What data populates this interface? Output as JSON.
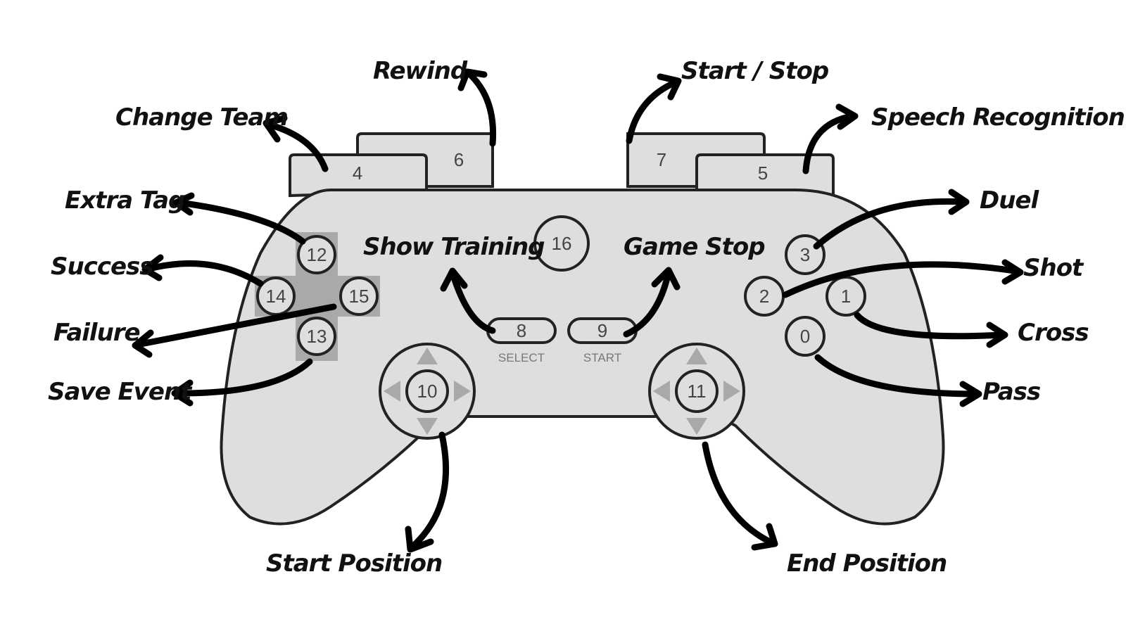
{
  "controller": {
    "buttons": {
      "b0": "0",
      "b1": "1",
      "b2": "2",
      "b3": "3",
      "b4": "4",
      "b5": "5",
      "b6": "6",
      "b7": "7",
      "b8": "8",
      "b9": "9",
      "b10": "10",
      "b11": "11",
      "b12": "12",
      "b13": "13",
      "b14": "14",
      "b15": "15",
      "b16": "16"
    },
    "select_caption": "SELECT",
    "start_caption": "START"
  },
  "labels": {
    "rewind": "Rewind",
    "start_stop": "Start / Stop",
    "change_team": "Change Team",
    "speech_recognition": "Speech Recognition",
    "extra_tag": "Extra Tag",
    "duel": "Duel",
    "success": "Success",
    "shot": "Shot",
    "failure": "Failure",
    "cross": "Cross",
    "save_event": "Save Event",
    "pass": "Pass",
    "show_training": "Show Training",
    "game_stop": "Game Stop",
    "start_position": "Start Position",
    "end_position": "End Position"
  },
  "colors": {
    "controller_fill": "#dedede",
    "outline": "#222222",
    "dpad_square": "#a9a9a9",
    "arrow": "#000000"
  }
}
